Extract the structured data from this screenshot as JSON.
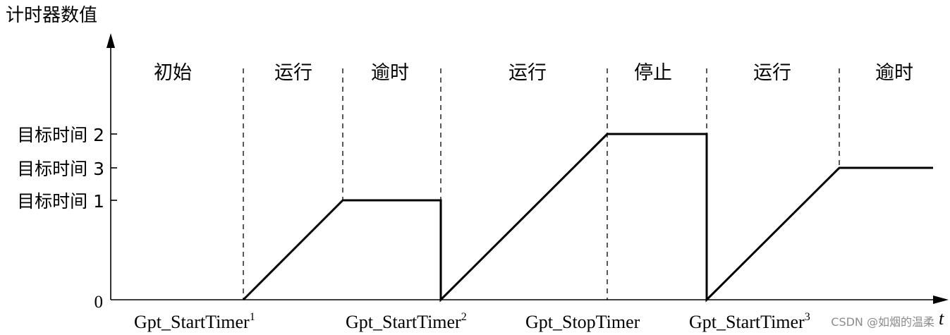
{
  "y_axis_label": "计时器数值",
  "x_axis_label": "t",
  "y_ticks": [
    {
      "label": "目标时间 2",
      "level": "target2"
    },
    {
      "label": "目标时间 3",
      "level": "target3"
    },
    {
      "label": "目标时间 1",
      "level": "target1"
    },
    {
      "label": "0",
      "level": "zero"
    }
  ],
  "phases": [
    "初始",
    "运行",
    "逾时",
    "运行",
    "停止",
    "运行",
    "逾时"
  ],
  "events": [
    {
      "name": "Gpt_StartTimer",
      "sup": "1"
    },
    {
      "name": "Gpt_StartTimer",
      "sup": "2"
    },
    {
      "name": "Gpt_StopTimer",
      "sup": ""
    },
    {
      "name": "Gpt_StartTimer",
      "sup": "3"
    }
  ],
  "watermark": "CSDN @如烟的温柔"
}
